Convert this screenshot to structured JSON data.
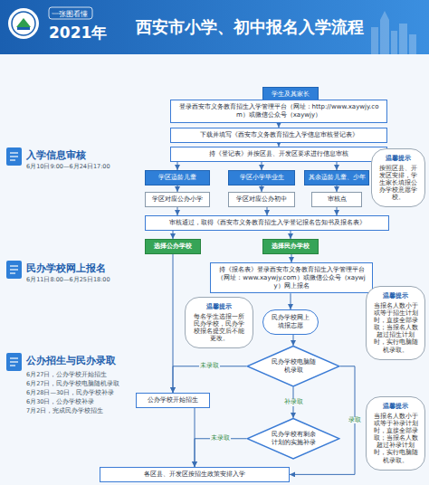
{
  "diagram": {
    "title": "西安市小学、初中报名入学流程",
    "nodes": [
      {
        "text": [
          "学生及其家长"
        ]
      },
      {
        "text": [
          "登录西安市义务教育招生入学管理平台（网址：http://www.xaywjy.com）或微信公众号（xaywjy）"
        ]
      },
      {
        "text": [
          "下载并填写《西安市义务教育招生入学信息审核登记表》"
        ]
      },
      {
        "text": [
          "持《登记表》并按区县、开发区要求进行信息审核"
        ]
      },
      {
        "text": [
          "学区适龄儿童"
        ]
      },
      {
        "text": [
          "学区小学毕业生"
        ]
      },
      {
        "text": [
          "其余适龄儿童、少年"
        ]
      },
      {
        "text": [
          "学区对应公办小学"
        ]
      },
      {
        "text": [
          "学区对应公办初中"
        ]
      },
      {
        "text": [
          "审核点"
        ]
      },
      {
        "text": [
          "温馨提示",
          "按照区县、开发区安排，学生家长填报公办学校意愿学校。"
        ]
      },
      {
        "text": [
          "审核通过，取得《西安市义务教育招生入学登记报名告知书及报名表》"
        ]
      },
      {
        "text": [
          "选择公办学校"
        ]
      },
      {
        "text": [
          "选择民办学校"
        ]
      },
      {
        "text": [
          "持《报名表》登录西安市义务教育招生入学管理平台（网址：www.xaywjy.com）或微信公众号（xaywjy）网上报名"
        ]
      },
      {
        "text": [
          "温馨提示",
          "每名学生选报一所民办学校，民办学校报名提交后不能更改。"
        ]
      },
      {
        "text": [
          "温馨提示",
          "当报名人数小于或等于招生计划时，直接全部录取；当报名人数超过招生计划时，实行电脑随机录取。"
        ]
      },
      {
        "text": [
          "民办学校网上填报志愿"
        ]
      },
      {
        "text": [
          "民办学校电脑随机录取"
        ]
      },
      {
        "text": [
          "公办学校开始招生"
        ]
      },
      {
        "text": [
          "温馨提示",
          "当报名人数小于或等于补录计划时，直接全部录取；当报名人数超过补录计划时，实行电脑随机录取。"
        ]
      },
      {
        "text": [
          "民办学校有剩余计划的实施补录"
        ]
      },
      {
        "text": [
          "各区县、开发区按招生政策安排入学"
        ]
      }
    ],
    "edges": [
      {
        "from": 0,
        "to": 1,
        "arrow": "to"
      },
      {
        "from": 1,
        "to": 2,
        "arrow": "to"
      },
      {
        "from": 2,
        "to": 3,
        "arrow": "to"
      },
      {
        "from": 3,
        "to": 4,
        "arrow": "to"
      },
      {
        "from": 3,
        "to": 5,
        "arrow": "to"
      },
      {
        "from": 3,
        "to": 6,
        "arrow": "to"
      },
      {
        "from": 4,
        "to": 7,
        "arrow": "to"
      },
      {
        "from": 5,
        "to": 8,
        "arrow": "to"
      },
      {
        "from": 6,
        "to": 9,
        "arrow": "to"
      },
      {
        "from": 7,
        "to": 11,
        "arrow": "to"
      },
      {
        "from": 8,
        "to": 11,
        "arrow": "to"
      },
      {
        "from": 9,
        "to": 11,
        "arrow": "to"
      },
      {
        "from": 11,
        "to": 12,
        "arrow": "to"
      },
      {
        "from": 11,
        "to": 13,
        "arrow": "to"
      },
      {
        "from": 13,
        "to": 14,
        "arrow": "to"
      },
      {
        "from": 14,
        "to": 17,
        "arrow": "to"
      },
      {
        "from": 17,
        "to": 18,
        "arrow": "to"
      },
      {
        "from": 18,
        "to": 22,
        "label": "录取",
        "arrow": "to"
      },
      {
        "from": 18,
        "to": 19,
        "label": "未录取",
        "arrow": "to"
      },
      {
        "from": 12,
        "to": 19,
        "arrow": "to"
      },
      {
        "from": 18,
        "to": 21,
        "label": "补录取",
        "arrow": "to"
      },
      {
        "from": 19,
        "to": 22,
        "arrow": "to"
      },
      {
        "from": 21,
        "to": 22,
        "label": "未录取",
        "arrow": "to"
      }
    ],
    "labels": [
      "一张图看懂",
      "2021年",
      "入学信息审核",
      "6月10日9:00—6月24日17:00",
      "民办学校网上报名",
      "6月11日8:00—6月25日18:00",
      "公办招生与民办录取",
      "6月27日，公办学校开始招生",
      "6月27日，民办学校电脑随机录取",
      "6月28日—30日，民办学校补录",
      "6月30日，公办学校补录",
      "7月2日，完成民办学校招生"
    ]
  }
}
